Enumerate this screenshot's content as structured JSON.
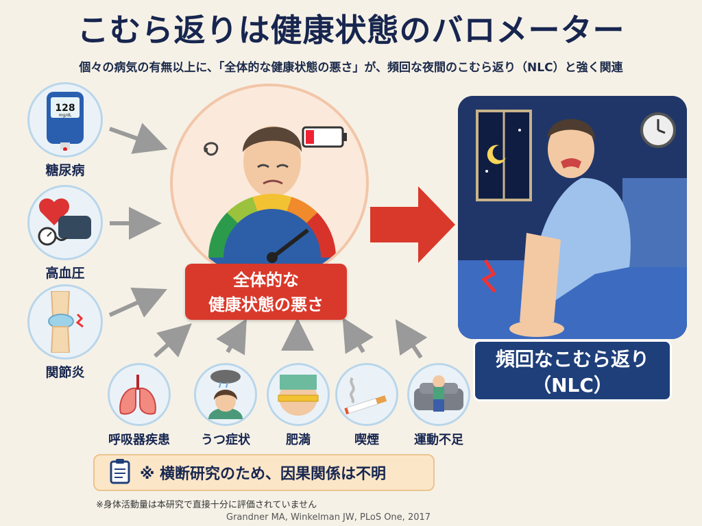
{
  "header": {
    "title": "こむら返りは健康状態のバロメーター",
    "subtitle": "個々の病気の有無以上に、「全体的な健康状態の悪さ」が、頻回な夜間のこむら返り（NLC）と強く関連"
  },
  "left_factors": [
    {
      "label": "糖尿病",
      "icon": "glucose-meter-icon",
      "reading": "128",
      "unit": "mg/dL"
    },
    {
      "label": "高血圧",
      "icon": "blood-pressure-icon"
    },
    {
      "label": "関節炎",
      "icon": "knee-joint-icon"
    }
  ],
  "bottom_factors": [
    {
      "label": "呼吸器疾患",
      "icon": "lungs-icon"
    },
    {
      "label": "うつ症状",
      "icon": "depressed-person-icon"
    },
    {
      "label": "肥満",
      "icon": "waist-measure-icon"
    },
    {
      "label": "喫煙",
      "icon": "cigarette-icon"
    },
    {
      "label": "運動不足",
      "icon": "sedentary-person-icon"
    }
  ],
  "center": {
    "label_line1": "全体的な",
    "label_line2": "健康状態の悪さ",
    "icons": [
      "tired-man-icon",
      "low-battery-icon",
      "health-gauge-icon"
    ]
  },
  "outcome": {
    "label_line1": "頻回なこむら返り",
    "label_line2": "（NLC）",
    "icons": [
      "man-with-leg-cramp-icon",
      "clock-icon",
      "moon-icon"
    ]
  },
  "notice": {
    "text": "※ 横断研究のため、因果関係は不明",
    "icon": "clipboard-icon"
  },
  "footnote": "※身体活動量は本研究で直接十分に評価されていません",
  "citation": "Grandner MA, Winkelman JW, PLoS One, 2017",
  "colors": {
    "title": "#17264f",
    "accent_red": "#d9392b",
    "accent_blue": "#1f3f7a",
    "background": "#f6f1e7"
  }
}
